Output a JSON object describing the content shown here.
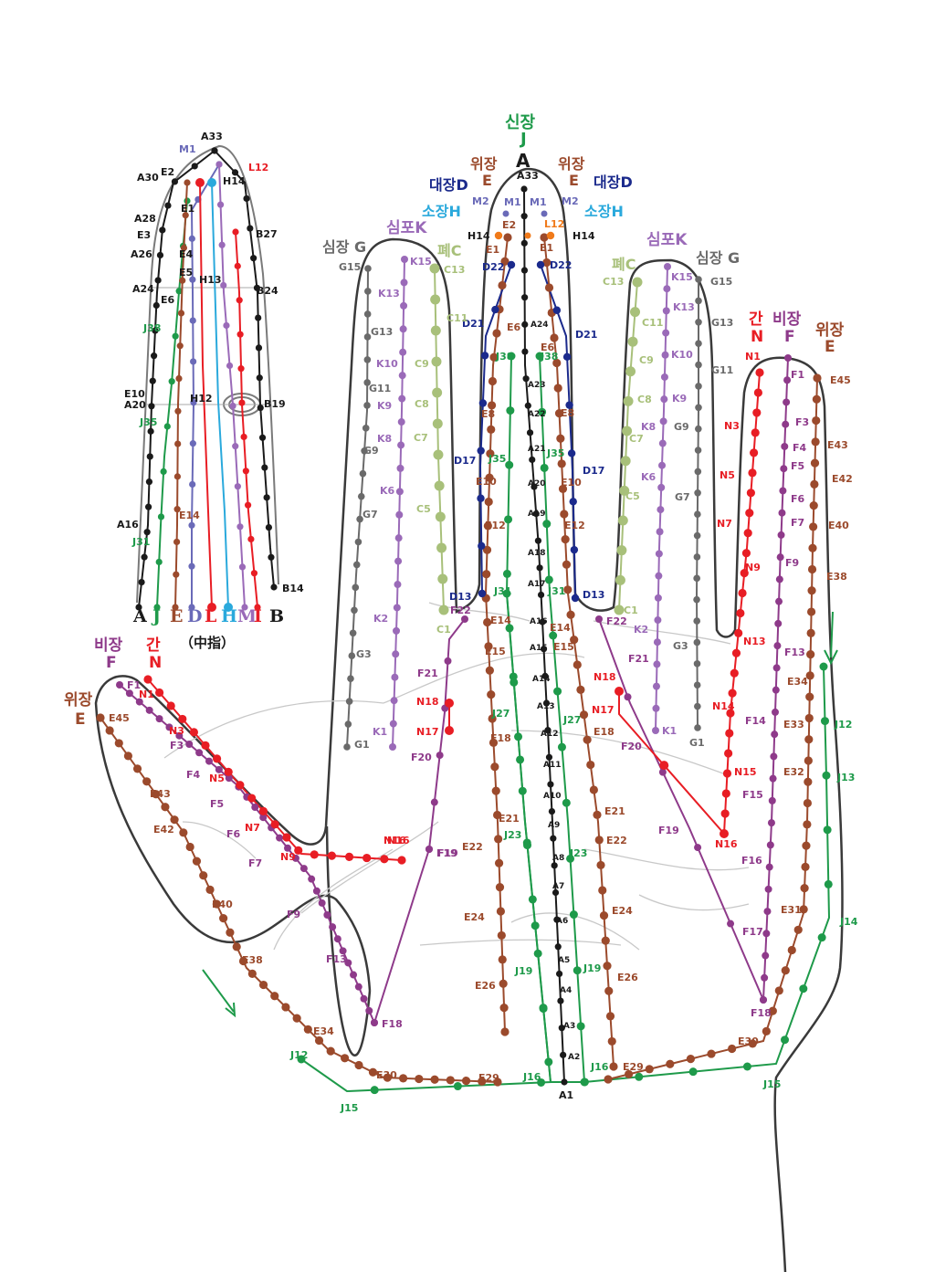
{
  "colors": {
    "A": "#1a1a1a",
    "J": "#1e9a4a",
    "E": "#9b4a2c",
    "D": "#1b2a8c",
    "H": "#2aa9dc",
    "M": "#6a6ab8",
    "L": "#f07a1a",
    "K": "#9a6ab8",
    "C": "#a8c07a",
    "G": "#6a6a6a",
    "N": "#e81d24",
    "F": "#8e3a8a",
    "outline": "#3a3a3a",
    "crease": "#c8c8c8"
  },
  "headers": [
    {
      "id": "j-top-kr",
      "text": "신장",
      "color": "J"
    },
    {
      "id": "j-top-code",
      "text": "J",
      "color": "J"
    },
    {
      "id": "a-top",
      "text": "A",
      "color": "A"
    },
    {
      "id": "e-top-l-kr",
      "text": "위장",
      "color": "E"
    },
    {
      "id": "e-top-l-code",
      "text": "E",
      "color": "E"
    },
    {
      "id": "e-top-r-kr",
      "text": "위장",
      "color": "E"
    },
    {
      "id": "e-top-r-code",
      "text": "E",
      "color": "E"
    },
    {
      "id": "d-l",
      "text": "대장D",
      "color": "D"
    },
    {
      "id": "d-r",
      "text": "대장D",
      "color": "D"
    },
    {
      "id": "h-l",
      "text": "소장H",
      "color": "H"
    },
    {
      "id": "h-r",
      "text": "소장H",
      "color": "H"
    },
    {
      "id": "k-l",
      "text": "심포K",
      "color": "K"
    },
    {
      "id": "k-r",
      "text": "심포K",
      "color": "K"
    },
    {
      "id": "c-l",
      "text": "폐C",
      "color": "C"
    },
    {
      "id": "c-r",
      "text": "폐C",
      "color": "C"
    },
    {
      "id": "g-l",
      "text": "심장 G",
      "color": "G"
    },
    {
      "id": "g-r",
      "text": "심장 G",
      "color": "G"
    },
    {
      "id": "n-r-kr",
      "text": "간",
      "color": "N"
    },
    {
      "id": "n-r-code",
      "text": "N",
      "color": "N"
    },
    {
      "id": "f-r-kr",
      "text": "비장",
      "color": "F"
    },
    {
      "id": "f-r-code",
      "text": "F",
      "color": "F"
    },
    {
      "id": "e-r-kr",
      "text": "위장",
      "color": "E"
    },
    {
      "id": "e-r-code",
      "text": "E",
      "color": "E"
    },
    {
      "id": "f-l-kr",
      "text": "비장",
      "color": "F"
    },
    {
      "id": "f-l-code",
      "text": "F",
      "color": "F"
    },
    {
      "id": "n-l-kr",
      "text": "간",
      "color": "N"
    },
    {
      "id": "n-l-code",
      "text": "N",
      "color": "N"
    },
    {
      "id": "e-l-kr",
      "text": "위장",
      "color": "E"
    },
    {
      "id": "e-l-code",
      "text": "E",
      "color": "E"
    }
  ],
  "inset": {
    "caption": "（中指）",
    "key": [
      {
        "text": "A",
        "color": "A"
      },
      {
        "text": "J",
        "color": "J"
      },
      {
        "text": "E",
        "color": "E"
      },
      {
        "text": "D",
        "color": "M"
      },
      {
        "text": "L",
        "color": "N"
      },
      {
        "text": "H",
        "color": "H"
      },
      {
        "text": "M",
        "color": "K"
      },
      {
        "text": "I",
        "color": "N"
      },
      {
        "text": "B",
        "color": "A"
      }
    ],
    "labels": [
      {
        "id": "A33",
        "text": "A33",
        "color": "A"
      },
      {
        "id": "M1",
        "text": "M1",
        "color": "M"
      },
      {
        "id": "L12",
        "text": "L12",
        "color": "N"
      },
      {
        "id": "E2",
        "text": "E2",
        "color": "A"
      },
      {
        "id": "A30",
        "text": "A30",
        "color": "A"
      },
      {
        "id": "H14",
        "text": "H14",
        "color": "A"
      },
      {
        "id": "E1",
        "text": "E1",
        "color": "A"
      },
      {
        "id": "A28",
        "text": "A28",
        "color": "A"
      },
      {
        "id": "E3",
        "text": "E3",
        "color": "A"
      },
      {
        "id": "B27",
        "text": "B27",
        "color": "A"
      },
      {
        "id": "A26",
        "text": "A26",
        "color": "A"
      },
      {
        "id": "E4",
        "text": "E4",
        "color": "A"
      },
      {
        "id": "E5",
        "text": "E5",
        "color": "A"
      },
      {
        "id": "H13",
        "text": "H13",
        "color": "A"
      },
      {
        "id": "A24",
        "text": "A24",
        "color": "A"
      },
      {
        "id": "B24",
        "text": "B24",
        "color": "A"
      },
      {
        "id": "E6",
        "text": "E6",
        "color": "A"
      },
      {
        "id": "J38",
        "text": "J38",
        "color": "J"
      },
      {
        "id": "E10",
        "text": "E10",
        "color": "A"
      },
      {
        "id": "A20",
        "text": "A20",
        "color": "A"
      },
      {
        "id": "H12",
        "text": "H12",
        "color": "A"
      },
      {
        "id": "B19",
        "text": "B19",
        "color": "A"
      },
      {
        "id": "J35",
        "text": "J35",
        "color": "J"
      },
      {
        "id": "E14",
        "text": "E14",
        "color": "E"
      },
      {
        "id": "A16",
        "text": "A16",
        "color": "A"
      },
      {
        "id": "J31",
        "text": "J31",
        "color": "J"
      },
      {
        "id": "B14",
        "text": "B14",
        "color": "A"
      }
    ]
  },
  "main_labels": [
    {
      "t": "A33",
      "c": "A"
    },
    {
      "t": "M2",
      "c": "M"
    },
    {
      "t": "M1",
      "c": "M"
    },
    {
      "t": "M1",
      "c": "M"
    },
    {
      "t": "M2",
      "c": "M"
    },
    {
      "t": "E2",
      "c": "E"
    },
    {
      "t": "L12",
      "c": "L"
    },
    {
      "t": "H14",
      "c": "A"
    },
    {
      "t": "H14",
      "c": "A"
    },
    {
      "t": "E1",
      "c": "E"
    },
    {
      "t": "E1",
      "c": "E"
    },
    {
      "t": "D22",
      "c": "D"
    },
    {
      "t": "D22",
      "c": "D"
    },
    {
      "t": "D21",
      "c": "D"
    },
    {
      "t": "D21",
      "c": "D"
    },
    {
      "t": "E6",
      "c": "E"
    },
    {
      "t": "E6",
      "c": "E"
    },
    {
      "t": "A24",
      "c": "A"
    },
    {
      "t": "J38",
      "c": "J"
    },
    {
      "t": "J38",
      "c": "J"
    },
    {
      "t": "A23",
      "c": "A"
    },
    {
      "t": "A22",
      "c": "A"
    },
    {
      "t": "A21",
      "c": "A"
    },
    {
      "t": "E8",
      "c": "E"
    },
    {
      "t": "E8",
      "c": "E"
    },
    {
      "t": "J35",
      "c": "J"
    },
    {
      "t": "J35",
      "c": "J"
    },
    {
      "t": "D17",
      "c": "D"
    },
    {
      "t": "D17",
      "c": "D"
    },
    {
      "t": "E10",
      "c": "E"
    },
    {
      "t": "E10",
      "c": "E"
    },
    {
      "t": "A20",
      "c": "A"
    },
    {
      "t": "A19",
      "c": "A"
    },
    {
      "t": "E12",
      "c": "E"
    },
    {
      "t": "E12",
      "c": "E"
    },
    {
      "t": "A18",
      "c": "A"
    },
    {
      "t": "A17",
      "c": "A"
    },
    {
      "t": "J31",
      "c": "J"
    },
    {
      "t": "J31",
      "c": "J"
    },
    {
      "t": "D13",
      "c": "D"
    },
    {
      "t": "D13",
      "c": "D"
    },
    {
      "t": "A16",
      "c": "A"
    },
    {
      "t": "E14",
      "c": "E"
    },
    {
      "t": "E14",
      "c": "E"
    },
    {
      "t": "A15",
      "c": "A"
    },
    {
      "t": "E15",
      "c": "E"
    },
    {
      "t": "E15",
      "c": "E"
    },
    {
      "t": "A14",
      "c": "A"
    },
    {
      "t": "A13",
      "c": "A"
    },
    {
      "t": "J27",
      "c": "J"
    },
    {
      "t": "J27",
      "c": "J"
    },
    {
      "t": "A12",
      "c": "A"
    },
    {
      "t": "E18",
      "c": "E"
    },
    {
      "t": "E18",
      "c": "E"
    },
    {
      "t": "A11",
      "c": "A"
    },
    {
      "t": "A10",
      "c": "A"
    },
    {
      "t": "E21",
      "c": "E"
    },
    {
      "t": "E21",
      "c": "E"
    },
    {
      "t": "A9",
      "c": "A"
    },
    {
      "t": "J23",
      "c": "J"
    },
    {
      "t": "J23",
      "c": "J"
    },
    {
      "t": "E22",
      "c": "E"
    },
    {
      "t": "E22",
      "c": "E"
    },
    {
      "t": "A8",
      "c": "A"
    },
    {
      "t": "A7",
      "c": "A"
    },
    {
      "t": "E24",
      "c": "E"
    },
    {
      "t": "E24",
      "c": "E"
    },
    {
      "t": "A6",
      "c": "A"
    },
    {
      "t": "A5",
      "c": "A"
    },
    {
      "t": "J19",
      "c": "J"
    },
    {
      "t": "J19",
      "c": "J"
    },
    {
      "t": "E26",
      "c": "E"
    },
    {
      "t": "E26",
      "c": "E"
    },
    {
      "t": "A4",
      "c": "A"
    },
    {
      "t": "A3",
      "c": "A"
    },
    {
      "t": "A2",
      "c": "A"
    },
    {
      "t": "J16",
      "c": "J"
    },
    {
      "t": "J16",
      "c": "J"
    },
    {
      "t": "E29",
      "c": "E"
    },
    {
      "t": "E29",
      "c": "E"
    },
    {
      "t": "A1",
      "c": "A"
    },
    {
      "t": "G15",
      "c": "G"
    },
    {
      "t": "K15",
      "c": "K"
    },
    {
      "t": "C13",
      "c": "C"
    },
    {
      "t": "K13",
      "c": "K"
    },
    {
      "t": "G13",
      "c": "G"
    },
    {
      "t": "C11",
      "c": "C"
    },
    {
      "t": "K10",
      "c": "K"
    },
    {
      "t": "C9",
      "c": "C"
    },
    {
      "t": "G11",
      "c": "G"
    },
    {
      "t": "K9",
      "c": "K"
    },
    {
      "t": "C8",
      "c": "C"
    },
    {
      "t": "K8",
      "c": "K"
    },
    {
      "t": "C7",
      "c": "C"
    },
    {
      "t": "G9",
      "c": "G"
    },
    {
      "t": "K6",
      "c": "K"
    },
    {
      "t": "C5",
      "c": "C"
    },
    {
      "t": "G7",
      "c": "G"
    },
    {
      "t": "K2",
      "c": "K"
    },
    {
      "t": "C1",
      "c": "C"
    },
    {
      "t": "G3",
      "c": "G"
    },
    {
      "t": "K1",
      "c": "K"
    },
    {
      "t": "G1",
      "c": "G"
    },
    {
      "t": "G15",
      "c": "G"
    },
    {
      "t": "K15",
      "c": "K"
    },
    {
      "t": "C13",
      "c": "C"
    },
    {
      "t": "K13",
      "c": "K"
    },
    {
      "t": "G13",
      "c": "G"
    },
    {
      "t": "C11",
      "c": "C"
    },
    {
      "t": "K10",
      "c": "K"
    },
    {
      "t": "C9",
      "c": "C"
    },
    {
      "t": "G11",
      "c": "G"
    },
    {
      "t": "K9",
      "c": "K"
    },
    {
      "t": "C8",
      "c": "C"
    },
    {
      "t": "G9",
      "c": "G"
    },
    {
      "t": "K8",
      "c": "K"
    },
    {
      "t": "C7",
      "c": "C"
    },
    {
      "t": "K6",
      "c": "K"
    },
    {
      "t": "G7",
      "c": "G"
    },
    {
      "t": "C5",
      "c": "C"
    },
    {
      "t": "C1",
      "c": "C"
    },
    {
      "t": "K2",
      "c": "K"
    },
    {
      "t": "G3",
      "c": "G"
    },
    {
      "t": "K1",
      "c": "K"
    },
    {
      "t": "G1",
      "c": "G"
    },
    {
      "t": "F22",
      "c": "F"
    },
    {
      "t": "F21",
      "c": "F"
    },
    {
      "t": "N18",
      "c": "N"
    },
    {
      "t": "N17",
      "c": "N"
    },
    {
      "t": "F20",
      "c": "F"
    },
    {
      "t": "N16",
      "c": "N"
    },
    {
      "t": "F19",
      "c": "F"
    },
    {
      "t": "F22",
      "c": "F"
    },
    {
      "t": "F21",
      "c": "F"
    },
    {
      "t": "N18",
      "c": "N"
    },
    {
      "t": "N17",
      "c": "N"
    },
    {
      "t": "F20",
      "c": "F"
    },
    {
      "t": "F19",
      "c": "F"
    },
    {
      "t": "N16",
      "c": "N"
    },
    {
      "t": "F18",
      "c": "F"
    },
    {
      "t": "N1",
      "c": "N"
    },
    {
      "t": "F1",
      "c": "F"
    },
    {
      "t": "E45",
      "c": "E"
    },
    {
      "t": "F3",
      "c": "F"
    },
    {
      "t": "N3",
      "c": "N"
    },
    {
      "t": "F4",
      "c": "F"
    },
    {
      "t": "E43",
      "c": "E"
    },
    {
      "t": "F5",
      "c": "F"
    },
    {
      "t": "N5",
      "c": "N"
    },
    {
      "t": "E42",
      "c": "E"
    },
    {
      "t": "F6",
      "c": "F"
    },
    {
      "t": "N7",
      "c": "N"
    },
    {
      "t": "F7",
      "c": "F"
    },
    {
      "t": "E40",
      "c": "E"
    },
    {
      "t": "N9",
      "c": "N"
    },
    {
      "t": "F9",
      "c": "F"
    },
    {
      "t": "E38",
      "c": "E"
    },
    {
      "t": "N13",
      "c": "N"
    },
    {
      "t": "F13",
      "c": "F"
    },
    {
      "t": "E34",
      "c": "E"
    },
    {
      "t": "N14",
      "c": "N"
    },
    {
      "t": "F14",
      "c": "F"
    },
    {
      "t": "E33",
      "c": "E"
    },
    {
      "t": "J12",
      "c": "J"
    },
    {
      "t": "N15",
      "c": "N"
    },
    {
      "t": "E32",
      "c": "E"
    },
    {
      "t": "J13",
      "c": "J"
    },
    {
      "t": "F15",
      "c": "F"
    },
    {
      "t": "F16",
      "c": "F"
    },
    {
      "t": "E31",
      "c": "E"
    },
    {
      "t": "J14",
      "c": "J"
    },
    {
      "t": "F17",
      "c": "F"
    },
    {
      "t": "E30",
      "c": "E"
    },
    {
      "t": "J15",
      "c": "J"
    },
    {
      "t": "F1",
      "c": "F"
    },
    {
      "t": "N1",
      "c": "N"
    },
    {
      "t": "E45",
      "c": "E"
    },
    {
      "t": "N3",
      "c": "N"
    },
    {
      "t": "F3",
      "c": "F"
    },
    {
      "t": "N5",
      "c": "N"
    },
    {
      "t": "F4",
      "c": "F"
    },
    {
      "t": "E43",
      "c": "E"
    },
    {
      "t": "F5",
      "c": "F"
    },
    {
      "t": "N7",
      "c": "N"
    },
    {
      "t": "F6",
      "c": "F"
    },
    {
      "t": "E42",
      "c": "E"
    },
    {
      "t": "N9",
      "c": "N"
    },
    {
      "t": "F7",
      "c": "F"
    },
    {
      "t": "N16",
      "c": "N"
    },
    {
      "t": "F19",
      "c": "F"
    },
    {
      "t": "E40",
      "c": "E"
    },
    {
      "t": "F9",
      "c": "F"
    },
    {
      "t": "E38",
      "c": "E"
    },
    {
      "t": "F13",
      "c": "F"
    },
    {
      "t": "F18",
      "c": "F"
    },
    {
      "t": "E34",
      "c": "E"
    },
    {
      "t": "J12",
      "c": "J"
    },
    {
      "t": "E30",
      "c": "E"
    },
    {
      "t": "J15",
      "c": "J"
    }
  ]
}
